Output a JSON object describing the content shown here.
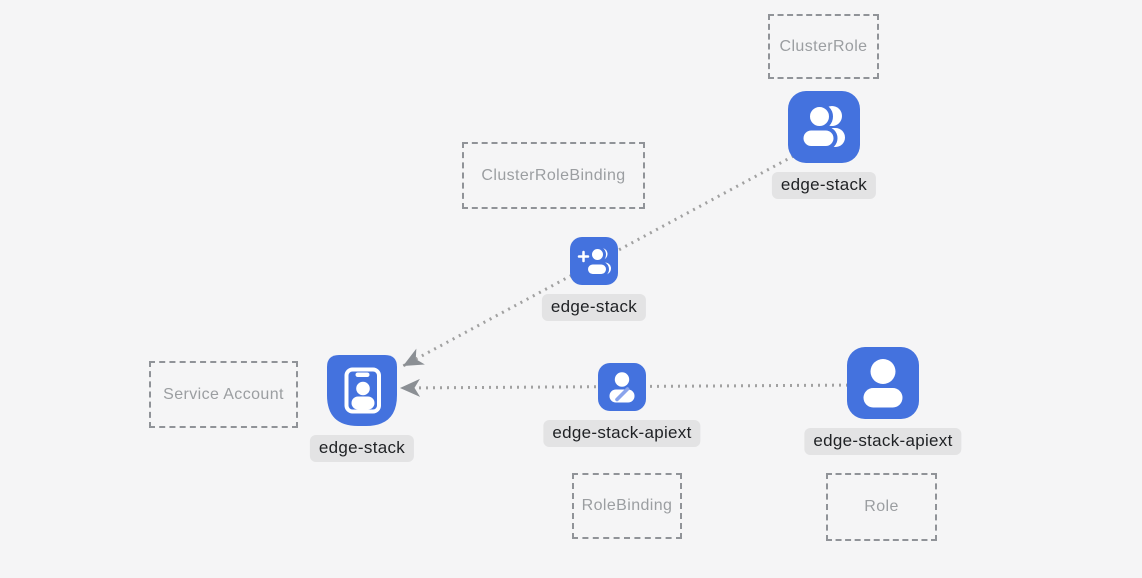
{
  "colors": {
    "background": "#f5f5f6",
    "node_blue": "#4472de",
    "glyph_white": "#ffffff",
    "pencil_blue": "#8aa4ec",
    "chip_bg": "#e3e3e4",
    "chip_text": "#1f2124",
    "box_border": "#909398",
    "box_text": "#9b9ea1",
    "edge_line": "#a1a1a1",
    "arrow": "#8b8f94"
  },
  "type_boxes": [
    {
      "label": "ClusterRole"
    },
    {
      "label": "ClusterRoleBinding"
    },
    {
      "label": "Service Account"
    },
    {
      "label": "RoleBinding"
    },
    {
      "label": "Role"
    }
  ],
  "nodes": [
    {
      "label": "edge-stack",
      "icon": "people-icon",
      "resource_type": "ClusterRole"
    },
    {
      "label": "edge-stack",
      "icon": "person-add-icon",
      "resource_type": "ClusterRoleBinding"
    },
    {
      "label": "edge-stack",
      "icon": "id-badge-icon",
      "resource_type": "Service Account"
    },
    {
      "label": "edge-stack-apiext",
      "icon": "person-edit-icon",
      "resource_type": "RoleBinding"
    },
    {
      "label": "edge-stack-apiext",
      "icon": "person-icon",
      "resource_type": "Role"
    }
  ],
  "edges": [
    {
      "from": "edge-stack (ClusterRole)",
      "through": "edge-stack (ClusterRoleBinding)",
      "to": "edge-stack (Service Account)",
      "style": "dotted",
      "arrowhead": "points-at-service-account"
    },
    {
      "from": "edge-stack-apiext (Role)",
      "through": "edge-stack-apiext (RoleBinding)",
      "to": "edge-stack (Service Account)",
      "style": "dotted",
      "arrowhead": "points-at-service-account"
    }
  ]
}
